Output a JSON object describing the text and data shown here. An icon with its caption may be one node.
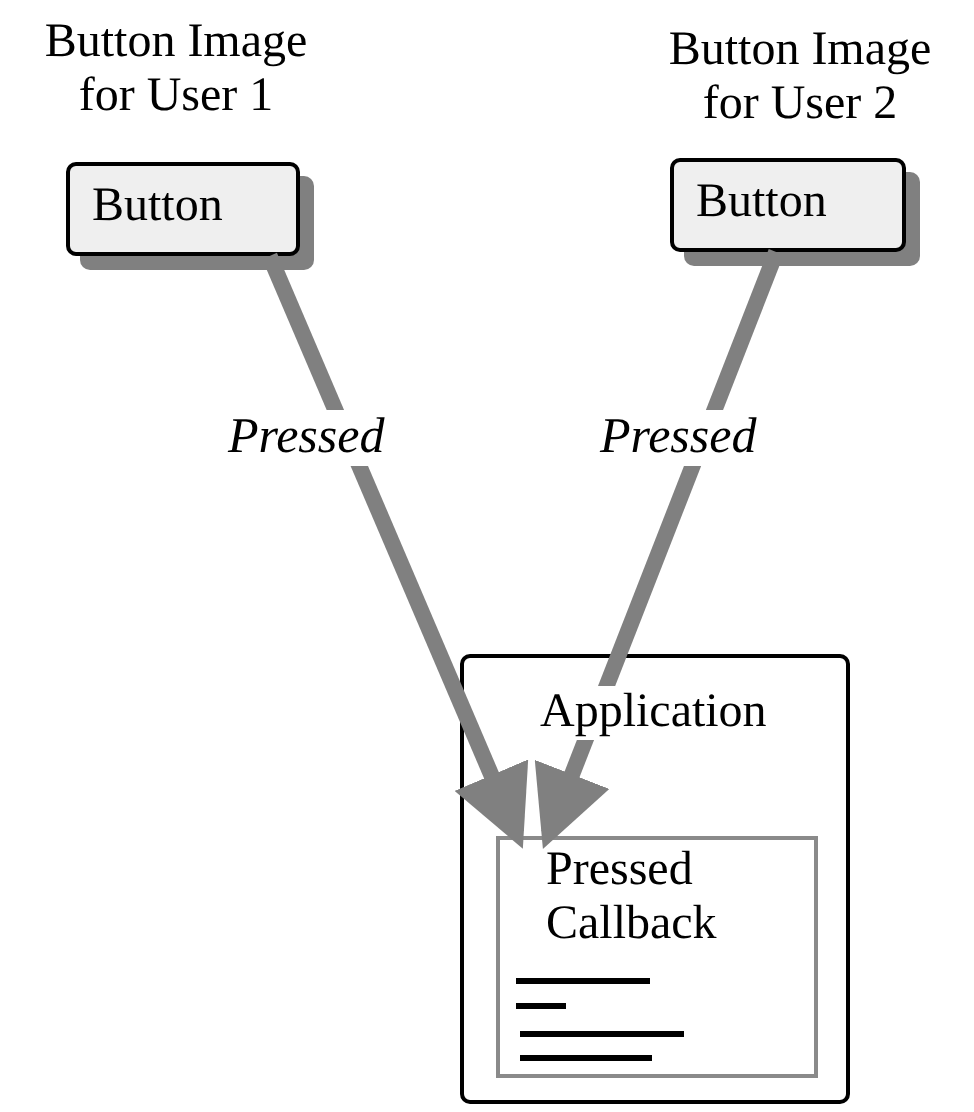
{
  "diagram": {
    "nodes": [
      {
        "text": [
          "Button Image for User 1",
          "Button"
        ]
      },
      {
        "text": [
          "Button Image for User 2",
          "Button"
        ]
      },
      {
        "text": [
          "Application"
        ]
      },
      {
        "text": [
          "Pressed Callback"
        ],
        "in": 2
      }
    ],
    "edges": [
      {
        "from": 0,
        "to": 3,
        "arrow": "to",
        "label": "Pressed"
      },
      {
        "from": 1,
        "to": 3,
        "arrow": "to",
        "label": "Pressed"
      }
    ]
  }
}
